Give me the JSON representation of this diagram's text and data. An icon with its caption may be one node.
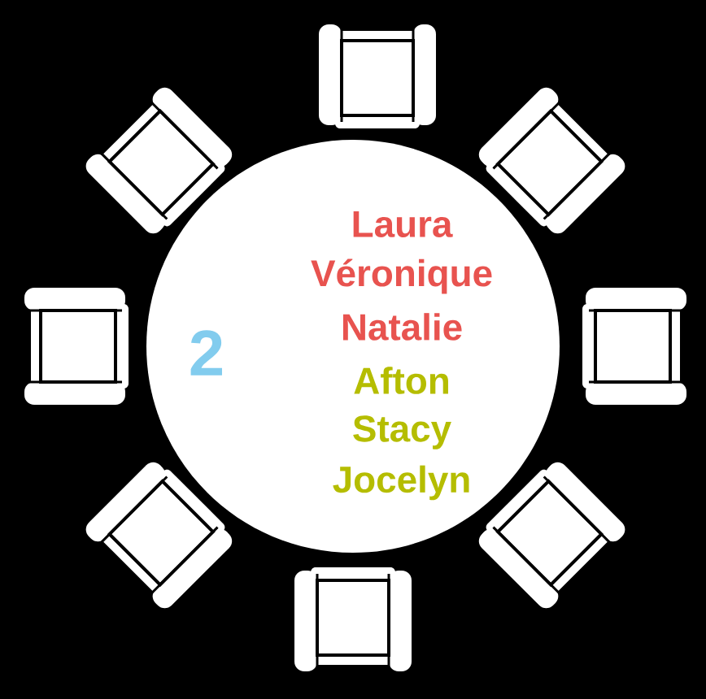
{
  "diagram": {
    "nodes": [
      {
        "text": [
          "2",
          "Laura",
          "Véronique",
          "Natalie",
          "Afton",
          "Stacy",
          "Jocelyn"
        ]
      },
      {
        "text": [],
        "shape": "chair"
      },
      {
        "text": [],
        "shape": "chair"
      },
      {
        "text": [],
        "shape": "chair"
      },
      {
        "text": [],
        "shape": "chair"
      },
      {
        "text": [],
        "shape": "chair"
      },
      {
        "text": [],
        "shape": "chair"
      },
      {
        "text": [],
        "shape": "chair"
      },
      {
        "text": [],
        "shape": "chair"
      }
    ]
  }
}
